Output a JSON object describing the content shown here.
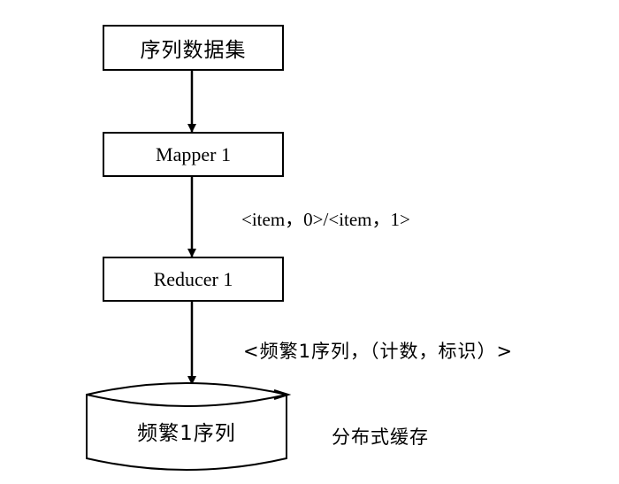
{
  "nodes": {
    "dataset": "序列数据集",
    "mapper": "Mapper 1",
    "reducer": "Reducer 1",
    "storage": "频繁1序列"
  },
  "edges": {
    "mapper_to_reducer": "<item，0>/<item，1>",
    "reducer_to_storage": "<频繁1序列，（计数，标识）>"
  },
  "storage_caption": "分布式缓存"
}
